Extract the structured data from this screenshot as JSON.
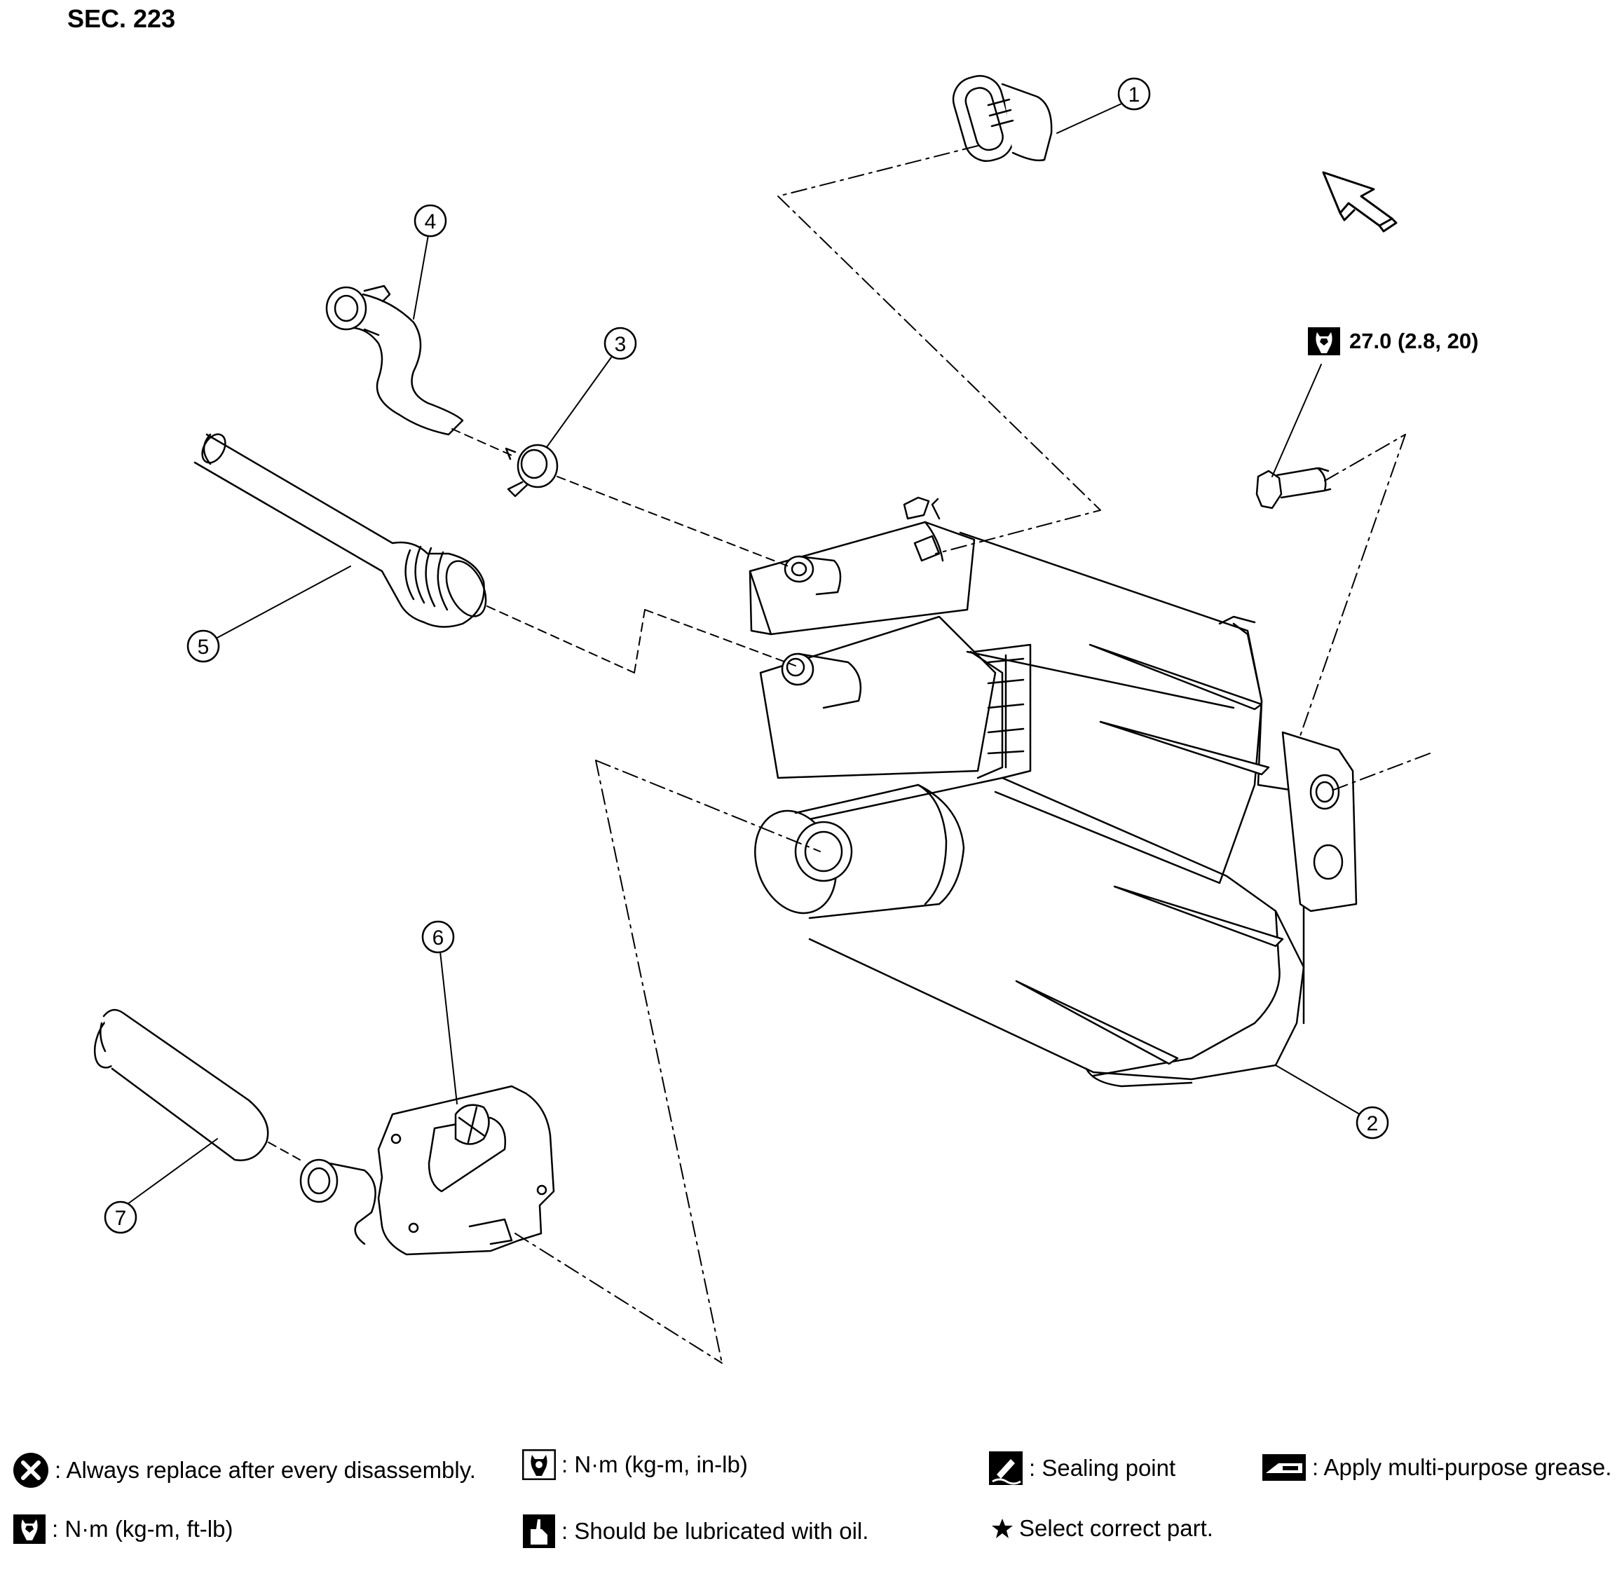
{
  "section_label": "SEC. 223",
  "callouts": [
    "1",
    "2",
    "3",
    "4",
    "5",
    "6",
    "7"
  ],
  "torque_spec": "27.0 (2.8, 20)",
  "legend": {
    "always_replace": ": Always replace after every disassembly.",
    "torque_in_lb": ": N·m (kg-m, in-lb)",
    "sealing_point": ": Sealing point",
    "multi_purpose_grease": ": Apply multi-purpose grease.",
    "torque_ft_lb": ": N·m (kg-m, ft-lb)",
    "lubricated_oil": ": Should be lubricated with oil.",
    "select_part": "Select correct part."
  },
  "icons": [
    "replace-x-icon",
    "torque-wrench-icon",
    "sealing-icon",
    "grease-gun-icon",
    "oil-can-icon",
    "star-icon",
    "front-arrow-icon"
  ]
}
